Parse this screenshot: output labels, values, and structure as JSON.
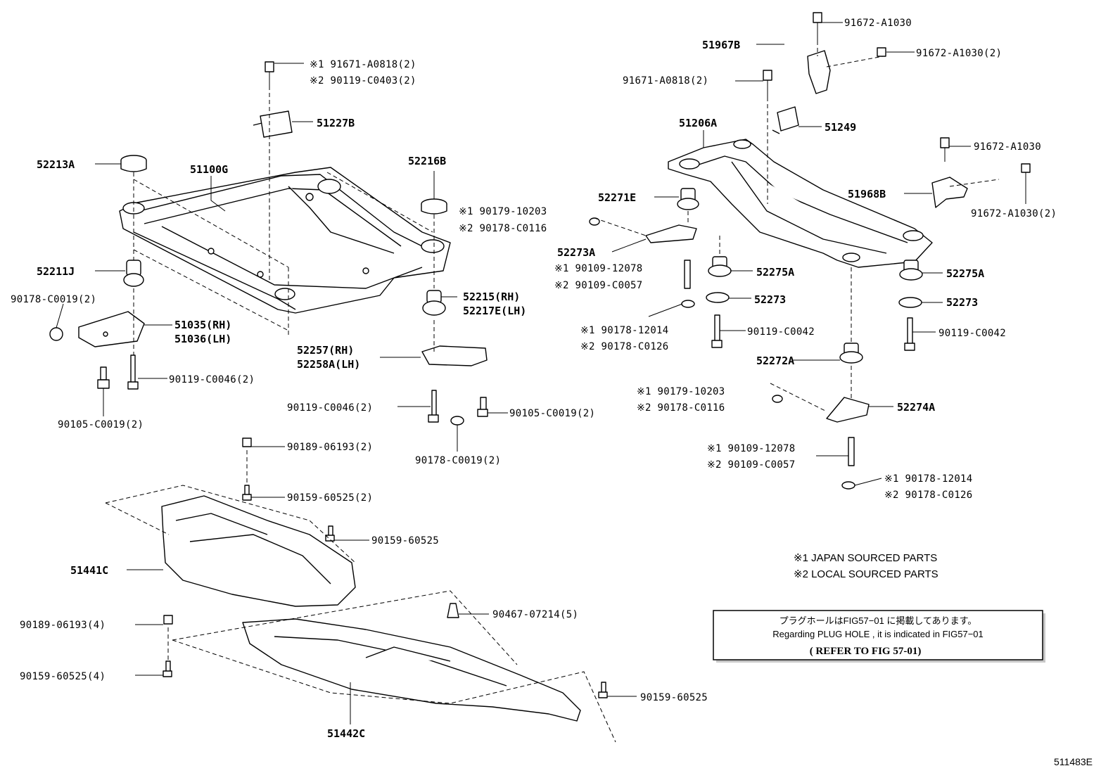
{
  "diagram": {
    "callouts": {
      "c51967B": "51967B",
      "c91672a": "91672-A1030",
      "c91672b": "91672-A1030(2)",
      "c91671r": "91671-A0818(2)",
      "c51249": "51249",
      "c51206A": "51206A",
      "c91672c": "91672-A1030",
      "c51968B": "51968B",
      "c91672d": "91672-A1030(2)",
      "c52271E": "52271E",
      "c52273A": "52273A",
      "c90109a1": "※1 90109-12078",
      "c90109a2": "※2 90109-C0057",
      "c52275A_l": "52275A",
      "c52275A_r": "52275A",
      "c52273_l": "52273",
      "c52273_r": "52273",
      "c90178a1": "※1 90178-12014",
      "c90178a2": "※2 90178-C0126",
      "c90119_l": "90119-C0042",
      "c90119_r": "90119-C0042",
      "c52272A": "52272A",
      "c90179b1": "※1 90179-10203",
      "c90179b2": "※2 90178-C0116",
      "c52274A": "52274A",
      "c90109b1": "※1 90109-12078",
      "c90109b2": "※2 90109-C0057",
      "c90178b1": "※1 90178-12014",
      "c90178b2": "※2 90178-C0126",
      "c91671a1": "※1 91671-A0818(2)",
      "c91671a2": "※2 90119-C0403(2)",
      "c51227B": "51227B",
      "c52213A": "52213A",
      "c51100G": "51100G",
      "c52216B": "52216B",
      "c90179a1": "※1 90179-10203",
      "c90179a2": "※2 90178-C0116",
      "c52211J": "52211J",
      "c90178C19a": "90178-C0019(2)",
      "c51035": "51035(RH)",
      "c51036": "51036(LH)",
      "c52215": "52215(RH)",
      "c52217E": "52217E(LH)",
      "c52257": "52257(RH)",
      "c52258A": "52258A(LH)",
      "c90119C46a": "90119-C0046(2)",
      "c90119C46b": "90119-C0046(2)",
      "c90105a": "90105-C0019(2)",
      "c90105b": "90105-C0019(2)",
      "c90178C19b": "90178-C0019(2)",
      "c90189a": "90189-06193(2)",
      "c90159a": "90159-60525(2)",
      "c90159b": "90159-60525",
      "c51441C": "51441C",
      "c90467": "90467-07214(5)",
      "c90189b": "90189-06193(4)",
      "c90159c": "90159-60525(4)",
      "c90159d": "90159-60525",
      "c51442C": "51442C"
    },
    "legend": {
      "note1": "※1 JAPAN SOURCED PARTS",
      "note2": "※2 LOCAL SOURCED PARTS"
    },
    "notebox": {
      "line1": "プラグホールはFIG57−01 に掲載してあります。",
      "line2": "Regarding  PLUG HOLE , it is indicated in FIG57−01",
      "line3": "(  REFER TO FIG 57-01)"
    },
    "figure_id": "511483E"
  }
}
